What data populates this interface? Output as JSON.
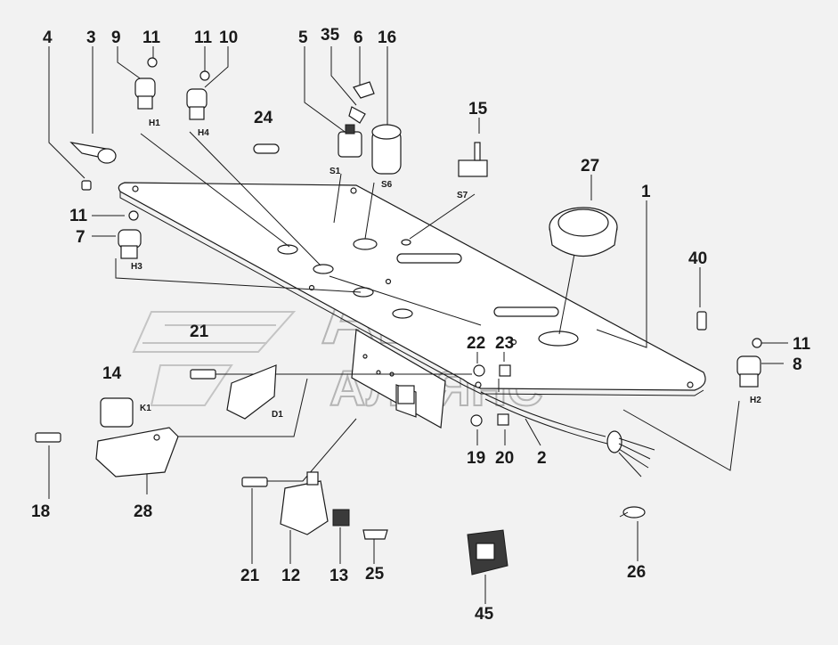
{
  "watermark": {
    "line1": "АВТО",
    "line2": "АЛЬЯНС"
  },
  "callouts": {
    "c4": "4",
    "c3": "3",
    "c9": "9",
    "c11a": "11",
    "c11b": "11",
    "c10": "10",
    "c5": "5",
    "c35": "35",
    "c6": "6",
    "c16": "16",
    "c24": "24",
    "c15": "15",
    "c27": "27",
    "c1": "1",
    "c11c": "11",
    "c7": "7",
    "c40": "40",
    "c11d": "11",
    "c8": "8",
    "c21a": "21",
    "c22": "22",
    "c23": "23",
    "c14": "14",
    "c19": "19",
    "c20": "20",
    "c2": "2",
    "c18": "18",
    "c28": "28",
    "c21b": "21",
    "c12": "12",
    "c13": "13",
    "c25": "25",
    "c26": "26",
    "c45": "45"
  },
  "designators": {
    "h1": "H1",
    "h4": "H4",
    "s1": "S1",
    "s6": "S6",
    "s7": "S7",
    "h3": "H3",
    "h2": "H2",
    "k1": "K1",
    "d1": "D1"
  }
}
